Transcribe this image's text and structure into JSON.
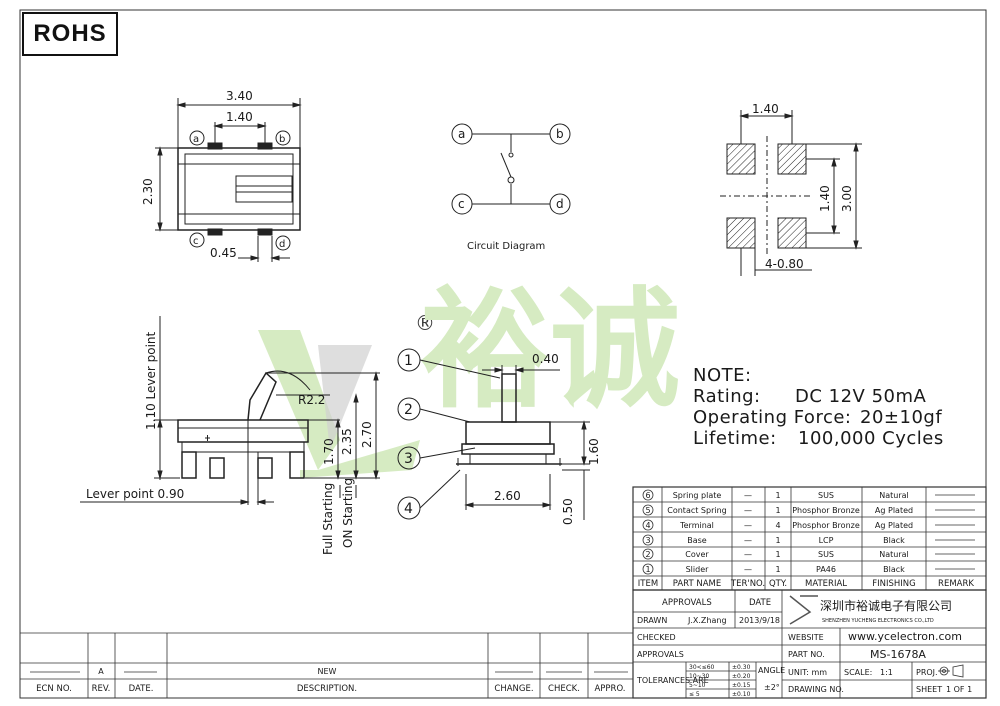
{
  "header": {
    "rohs_label": "ROHS"
  },
  "top_view": {
    "dim_width": "3.40",
    "dim_pin_pitch": "1.40",
    "dim_height": "2.30",
    "dim_pin_width": "0.45",
    "pins": [
      "a",
      "b",
      "c",
      "d"
    ]
  },
  "circuit": {
    "caption": "Circuit Diagram",
    "terminals": [
      "a",
      "b",
      "c",
      "d"
    ]
  },
  "footprint": {
    "dim_pitch_x": "1.40",
    "dim_pitch_y": "1.40",
    "dim_total": "3.00",
    "pad_note": "4-0.80"
  },
  "side_view": {
    "lever_point_vertical": "1.10 Lever point",
    "radius": "R2.2",
    "dim_170": "1.70",
    "dim_235": "2.35",
    "dim_270": "2.70",
    "full_starting": "Full Starting",
    "on_starting": "ON Starting",
    "lever_point_horizontal": "Lever point 0.90"
  },
  "front_view": {
    "dim_slider": "0.40",
    "dim_width": "2.60",
    "dim_height": "1.60",
    "dim_base": "0.50",
    "callouts": [
      "1",
      "2",
      "3",
      "4"
    ]
  },
  "watermark": {
    "text": "裕诚",
    "registered": "®"
  },
  "notes": {
    "title": "NOTE:",
    "rating_label": "Rating:",
    "rating_value": "DC 12V 50mA",
    "force_label": "Operating Force:",
    "force_value": "20±10gf",
    "lifetime_label": "Lifetime:",
    "lifetime_value": "100,000 Cycles"
  },
  "bom": {
    "headers": [
      "ITEM",
      "PART NAME",
      "TER'NO.",
      "QTY.",
      "MATERIAL",
      "FINISHING",
      "REMARK"
    ],
    "rows": [
      {
        "item": "6",
        "name": "Spring plate",
        "ter": "—",
        "qty": "1",
        "material": "SUS",
        "finishing": "Natural"
      },
      {
        "item": "5",
        "name": "Contact Spring",
        "ter": "—",
        "qty": "1",
        "material": "Phosphor Bronze",
        "finishing": "Ag Plated"
      },
      {
        "item": "4",
        "name": "Terminal",
        "ter": "—",
        "qty": "4",
        "material": "Phosphor Bronze",
        "finishing": "Ag Plated"
      },
      {
        "item": "3",
        "name": "Base",
        "ter": "—",
        "qty": "1",
        "material": "LCP",
        "finishing": "Black"
      },
      {
        "item": "2",
        "name": "Cover",
        "ter": "—",
        "qty": "1",
        "material": "SUS",
        "finishing": "Natural"
      },
      {
        "item": "1",
        "name": "Slider",
        "ter": "—",
        "qty": "1",
        "material": "PA46",
        "finishing": "Black"
      }
    ]
  },
  "title_block": {
    "approvals": "APPROVALS",
    "date": "DATE",
    "drawn": "DRAWN",
    "drawn_by": "J.X.Zhang",
    "drawn_date": "2013/9/18",
    "checked": "CHECKED",
    "approvals2": "APPROVALS",
    "company_cn": "深圳市裕诚电子有限公司",
    "company_en": "SHENZHEN YUCHENG ELECTRONICS CO.,LTD",
    "website_label": "WEBSITE",
    "website": "www.ycelectron.com",
    "part_no_label": "PART NO.",
    "part_no": "MS-1678A",
    "tolerances_label": "TOLERANCES ARE",
    "tolerances": [
      {
        "range": "30<≤60",
        "value": "±0.30"
      },
      {
        "range": "10~30",
        "value": "±0.20"
      },
      {
        "range": "5~10",
        "value": "±0.15"
      },
      {
        "range": "≤ 5",
        "value": "±0.10"
      }
    ],
    "angle_label": "ANGLE",
    "angle_value": "±2°",
    "unit": "UNIT: mm",
    "scale_label": "SCALE:",
    "scale_value": "1:1",
    "proj_label": "PROJ.",
    "drawing_no_label": "DRAWING NO.",
    "sheet": "SHEET",
    "sheet_value": "1 OF 1"
  },
  "revision": {
    "row": {
      "rev": "A",
      "desc": "NEW"
    },
    "headers": [
      "ECN NO.",
      "REV.",
      "DATE.",
      "DESCRIPTION.",
      "CHANGE.",
      "CHECK.",
      "APPRO."
    ]
  }
}
